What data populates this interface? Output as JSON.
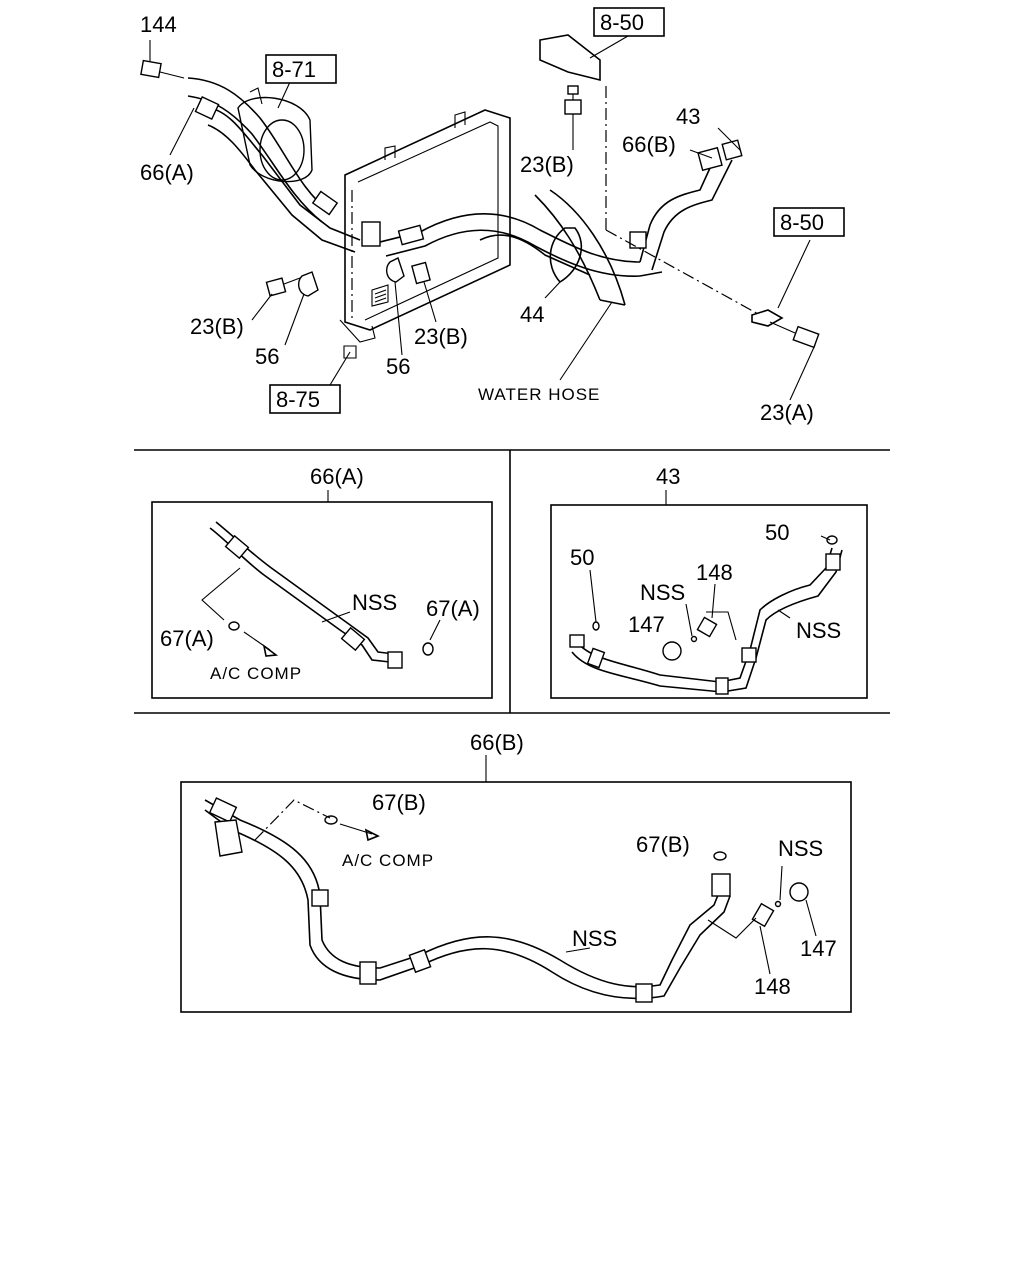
{
  "labels": {
    "p144": "144",
    "ref_871": "8-71",
    "ref_850_top": "8-50",
    "ref_850_right": "8-50",
    "ref_875": "8-75",
    "p66a_top": "66(A)",
    "p23b_a": "23(B)",
    "p43_top": "43",
    "p66b_top": "66(B)",
    "p44": "44",
    "p23b_b": "23(B)",
    "p56_a": "56",
    "p23b_c": "23(B)",
    "p56_b": "56",
    "p23a": "23(A)",
    "water_hose": "WATER HOSE"
  },
  "panel_66a": {
    "title": "66(A)",
    "nss": "NSS",
    "p67a_right": "67(A)",
    "p67a_left": "67(A)",
    "ac_comp": "A/C COMP"
  },
  "panel_43": {
    "title": "43",
    "p50_right": "50",
    "p50_left": "50",
    "nss_a": "NSS",
    "p148": "148",
    "p147": "147",
    "nss_b": "NSS"
  },
  "panel_66b": {
    "title": "66(B)",
    "p67b_a": "67(B)",
    "ac_comp": "A/C COMP",
    "p67b_b": "67(B)",
    "nss_a": "NSS",
    "nss_b": "NSS",
    "p147": "147",
    "p148": "148"
  }
}
